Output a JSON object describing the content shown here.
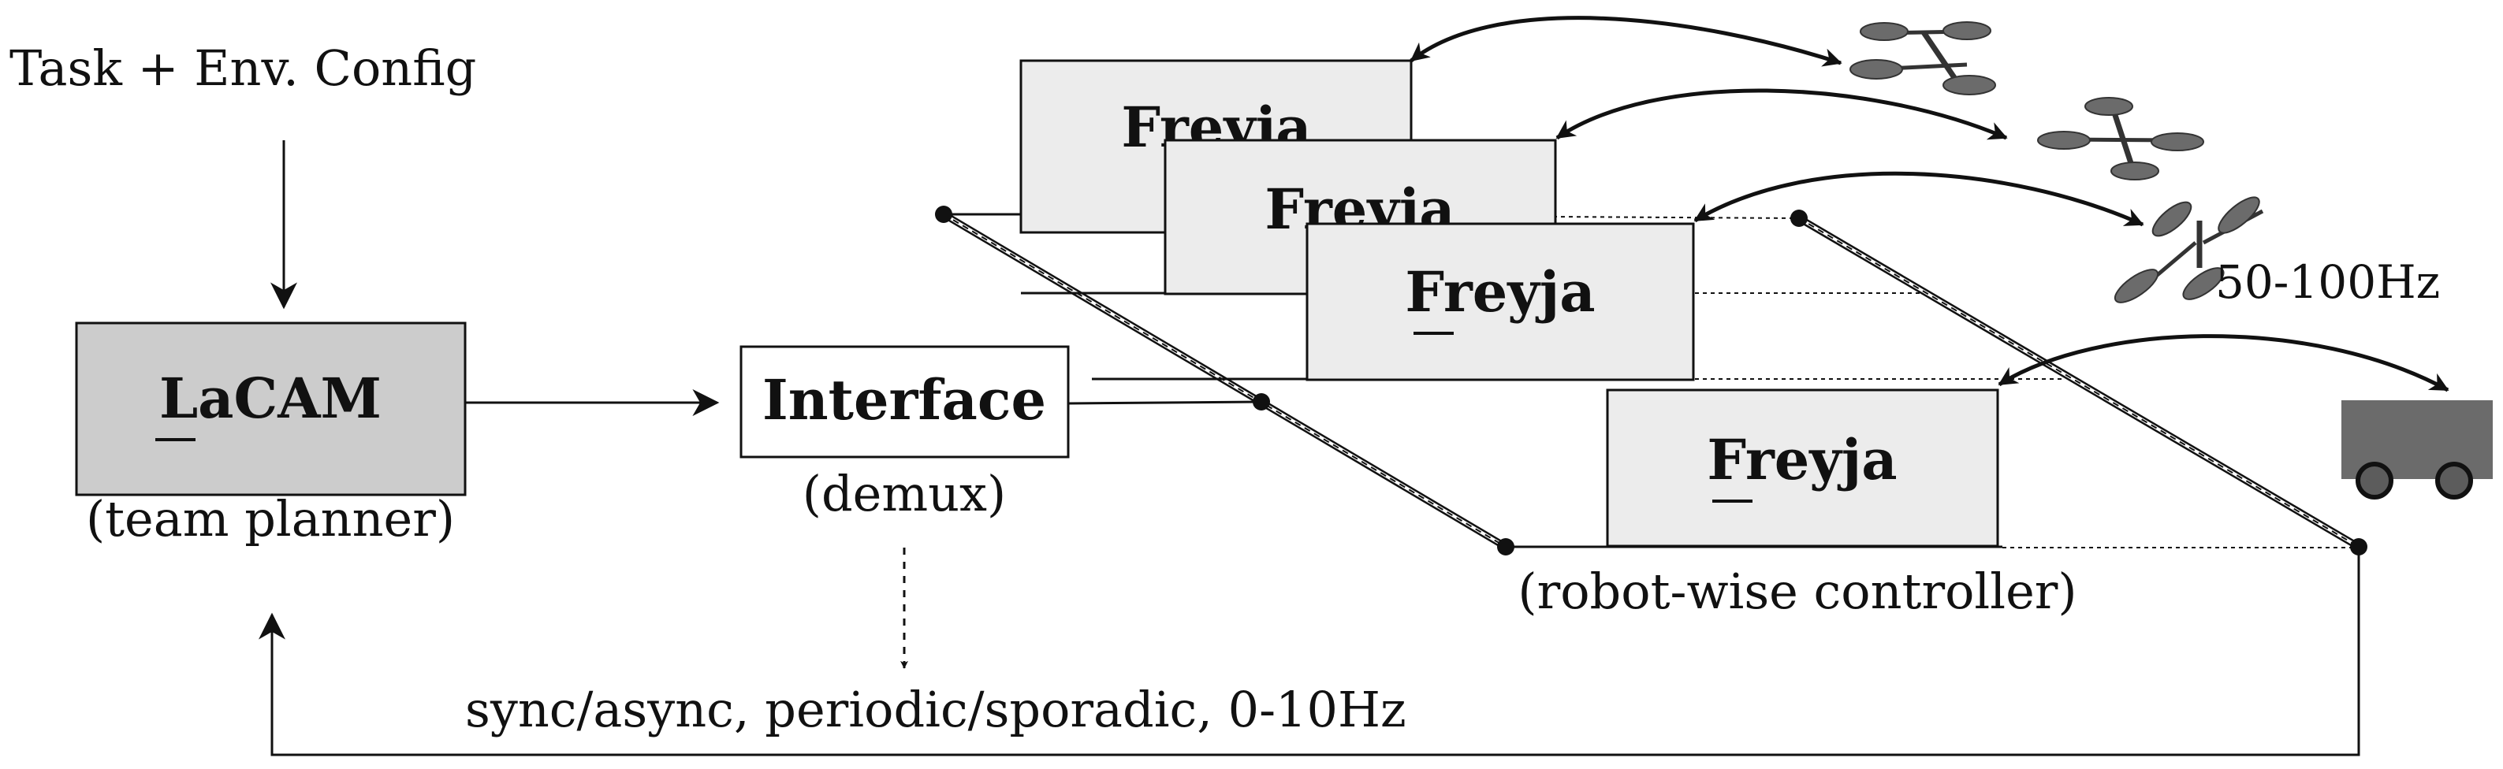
{
  "input": {
    "label": "Task + Env. Config"
  },
  "planner": {
    "title": "LaCAM",
    "caption": "(team planner)"
  },
  "interface": {
    "title": "Interface",
    "caption": "(demux)"
  },
  "controllers": {
    "title": "Freyja",
    "caption": "(robot-wise controller)",
    "rate": "50-100Hz"
  },
  "feedback": {
    "label": "sync/async, periodic/sporadic, 0-10Hz"
  },
  "colors": {
    "planner_fill": "#cccccc",
    "controller_fill": "#ececec",
    "robot_fill": "#6b6b6b",
    "stroke": "#111111"
  },
  "icons": [
    "drone-icon",
    "drone-icon",
    "drone-icon",
    "ground-robot-icon"
  ]
}
